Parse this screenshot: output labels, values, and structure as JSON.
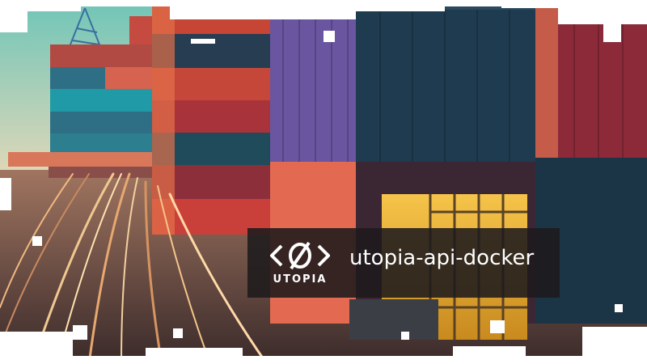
{
  "banner": {
    "logo_text": "UTOPIA",
    "logo_icon": "slashed-zero-brackets-logo",
    "title": "utopia-api-docker"
  },
  "colors": {
    "banner_bg": "#1e1a1c",
    "text": "#ffffff"
  }
}
